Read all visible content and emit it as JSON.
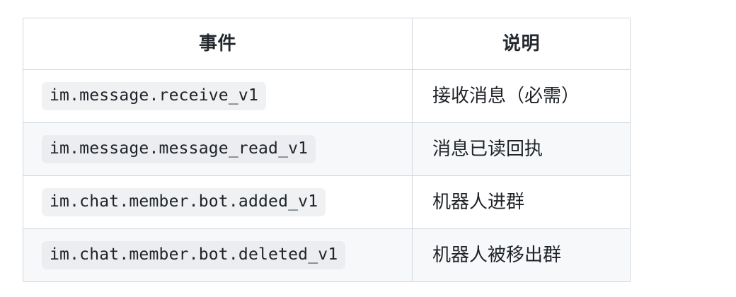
{
  "table": {
    "columns": [
      {
        "key": "event",
        "label": "事件",
        "align": "center"
      },
      {
        "key": "description",
        "label": "说明",
        "align": "left"
      }
    ],
    "rows": [
      {
        "event": "im.message.receive_v1",
        "description": "接收消息（必需）",
        "striped": false
      },
      {
        "event": "im.message.message_read_v1",
        "description": "消息已读回执",
        "striped": true
      },
      {
        "event": "im.chat.member.bot.added_v1",
        "description": "机器人进群",
        "striped": false
      },
      {
        "event": "im.chat.member.bot.deleted_v1",
        "description": "机器人被移出群",
        "striped": true
      }
    ]
  },
  "style": {
    "border_color": "#d0d7de",
    "stripe_background": "#f6f8fa",
    "row_background": "#ffffff",
    "chip_background": "#eff1f3",
    "text_color": "#1f2328",
    "header_text_color": "#24292f"
  }
}
